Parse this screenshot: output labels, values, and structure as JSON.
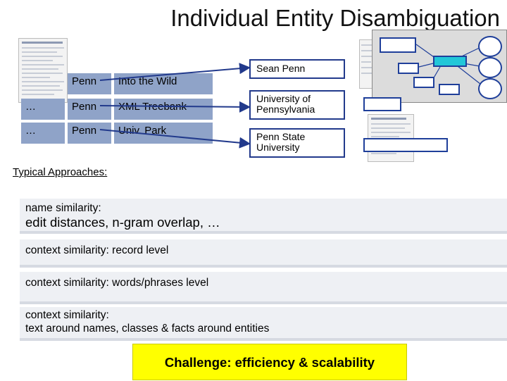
{
  "title": "Individual Entity Disambiguation",
  "mentions": [
    {
      "prefix": "",
      "name": "Penn",
      "context": "Into the Wild"
    },
    {
      "prefix": "…",
      "name": "Penn",
      "context": "XML Treebank"
    },
    {
      "prefix": "…",
      "name": "Penn",
      "context": "Univ. Park"
    }
  ],
  "entities": [
    "Sean Penn",
    "University of Pennsylvania",
    "Penn State University"
  ],
  "approaches": {
    "heading": "Typical Approaches:",
    "items": [
      {
        "line1": "name similarity:",
        "line2": "edit distances, n-gram overlap, …"
      },
      {
        "line1": "context similarity: record level",
        "line2": ""
      },
      {
        "line1": "context similarity: words/phrases level",
        "line2": ""
      },
      {
        "line1": "context similarity:",
        "line2": "text around names, classes & facts around entities"
      }
    ]
  },
  "challenge": "Challenge: efficiency & scalability",
  "colors": {
    "mention_fill": "#8fa3c8",
    "arrow": "#223a8c",
    "challenge_fill": "#ffff00"
  }
}
